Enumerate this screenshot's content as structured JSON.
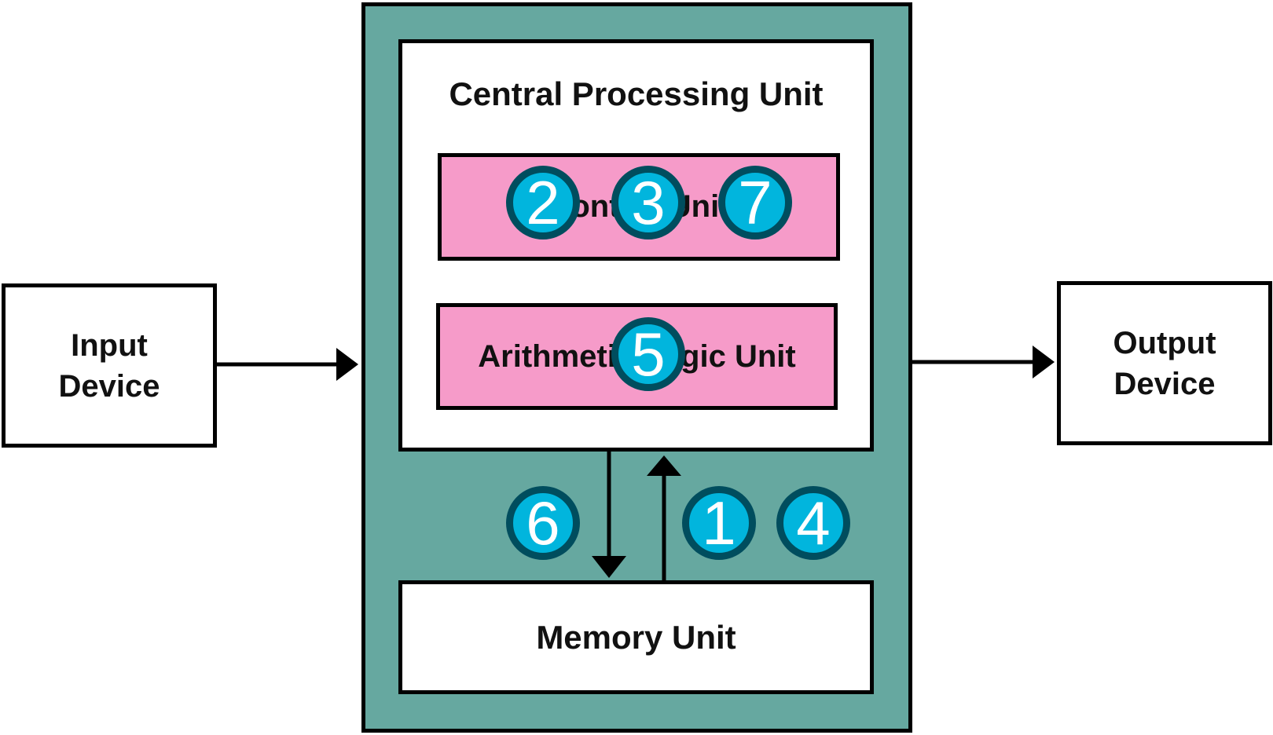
{
  "diagram": {
    "input_device": {
      "line1": "Input",
      "line2": "Device"
    },
    "output_device": {
      "line1": "Output",
      "line2": "Device"
    },
    "cpu": {
      "title": "Central Processing Unit",
      "control_unit": "Control Unit",
      "alu": "Arithmetic Logic Unit"
    },
    "memory_unit": "Memory Unit",
    "colors": {
      "computer_fill": "#66a8a0",
      "unit_fill": "#f69bc9",
      "badge_fill": "#01b5dd",
      "badge_border": "#004d5e"
    },
    "badges": {
      "control_unit": [
        "2",
        "3",
        "7"
      ],
      "alu": [
        "5"
      ],
      "cpu_to_memory": [
        "6"
      ],
      "memory_to_cpu": [
        "1",
        "4"
      ]
    }
  }
}
